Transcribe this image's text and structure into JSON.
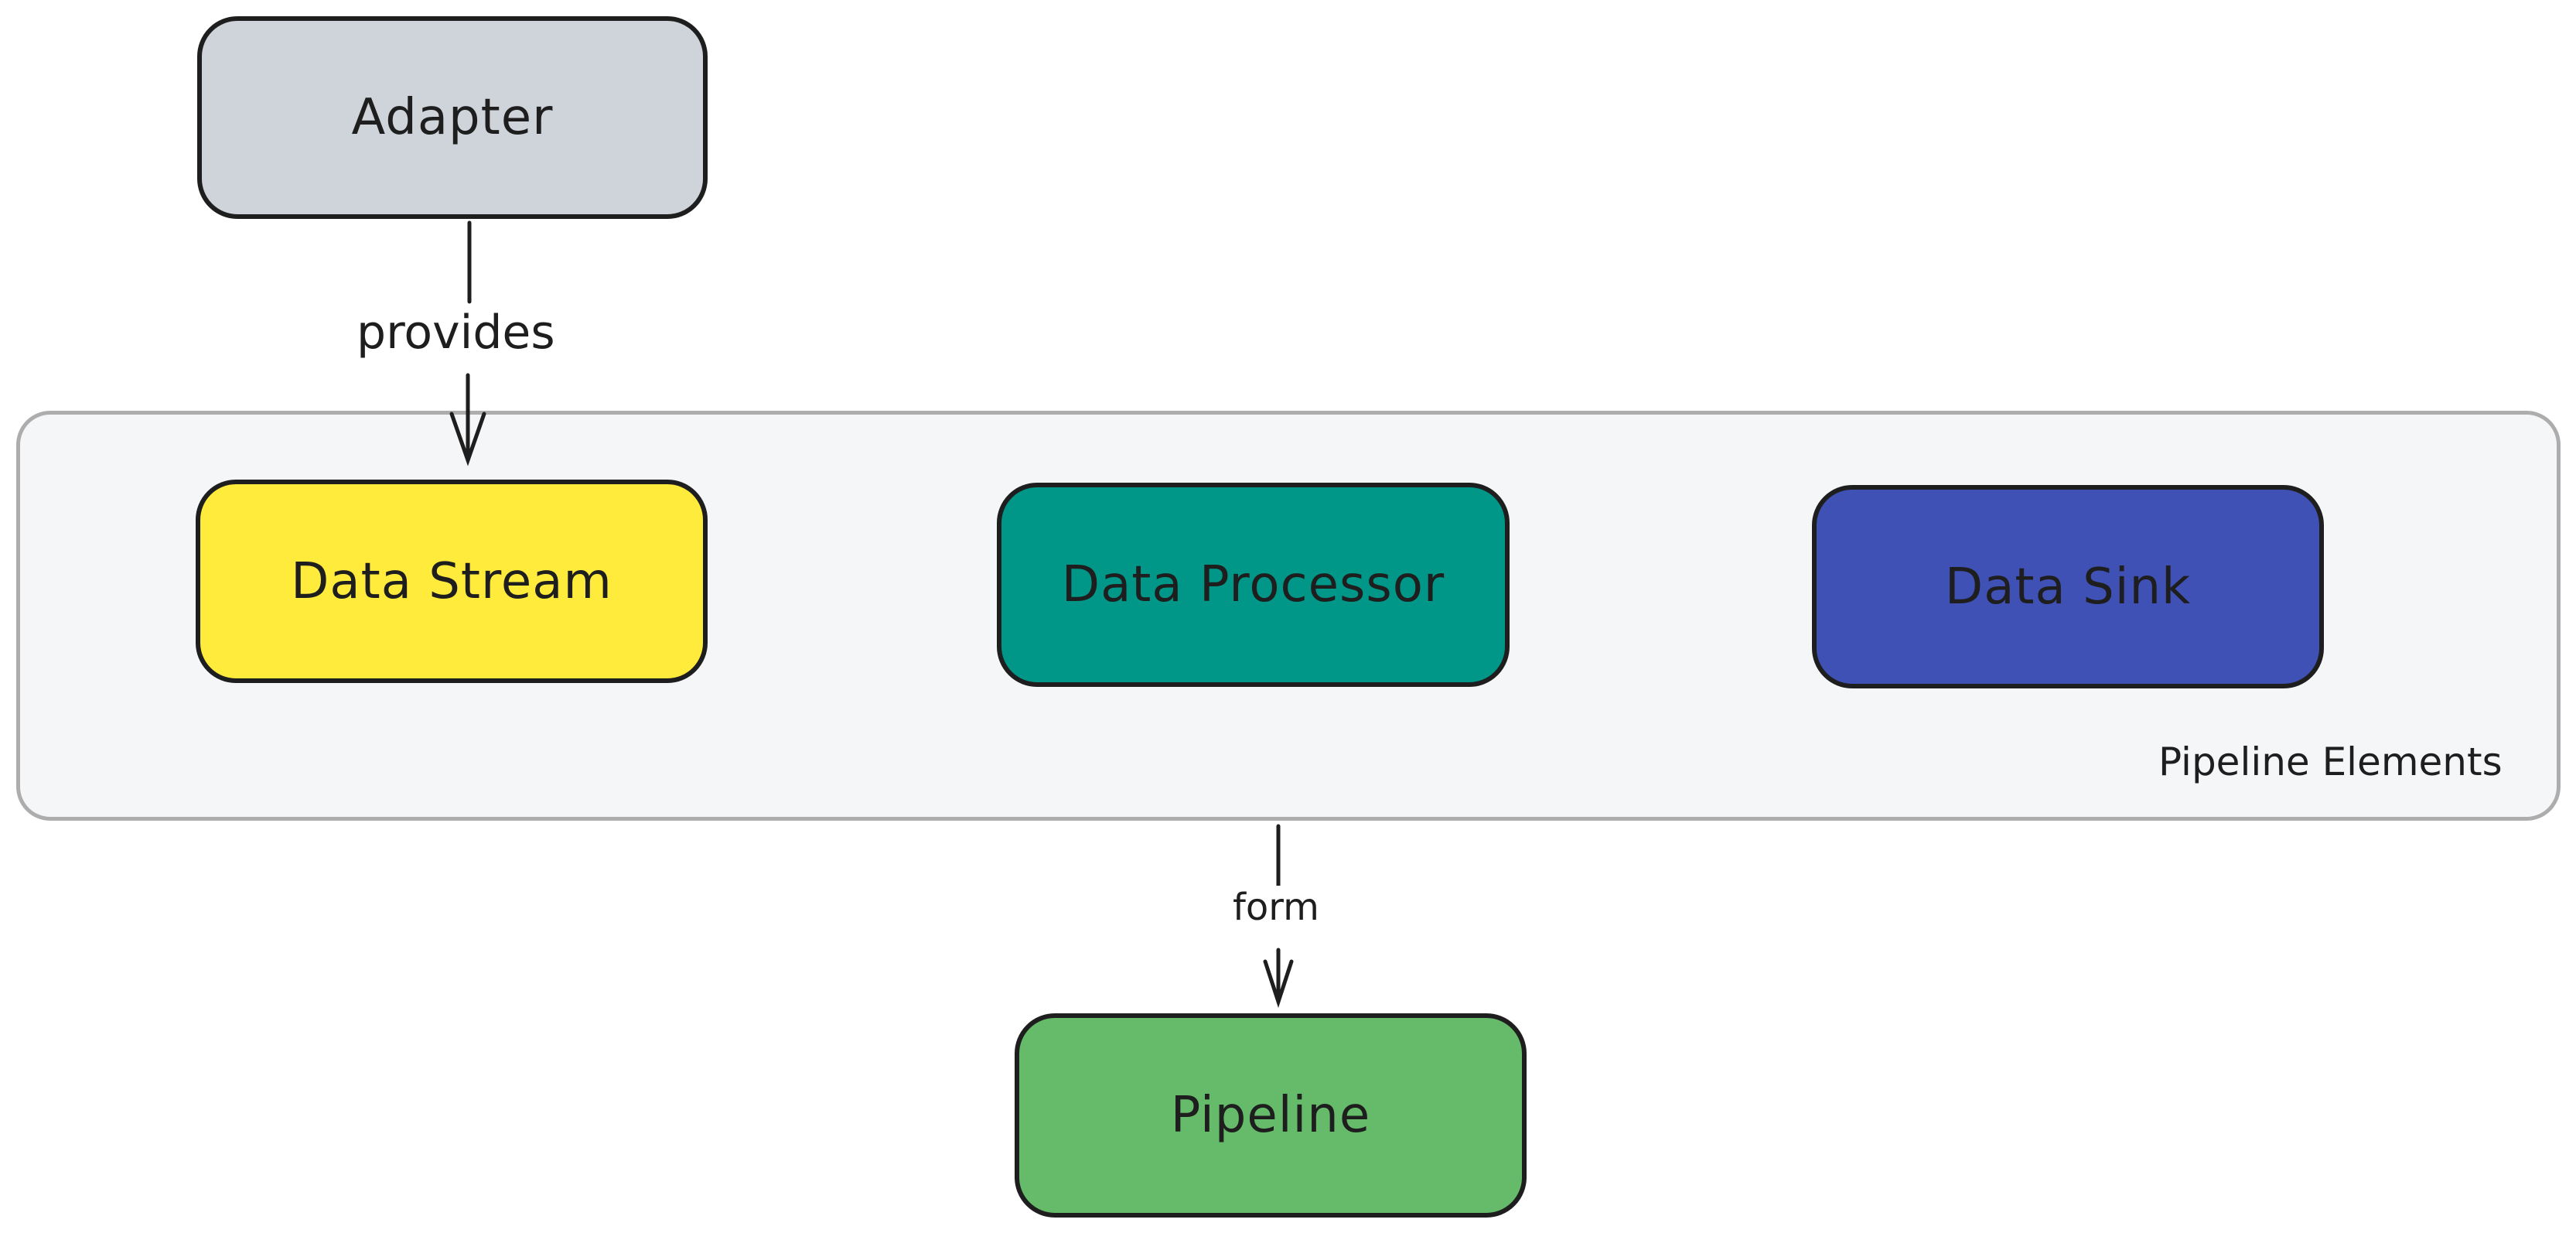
{
  "diagram": {
    "nodes": [
      {
        "id": "adapter",
        "label": "Adapter",
        "color": "#ced4da"
      },
      {
        "id": "data-stream",
        "label": "Data Stream",
        "color": "#ffeb3b"
      },
      {
        "id": "data-processor",
        "label": "Data Processor",
        "color": "#009688"
      },
      {
        "id": "data-sink",
        "label": "Data Sink",
        "color": "#3f51b5"
      },
      {
        "id": "pipeline",
        "label": "Pipeline",
        "color": "#66bb6a"
      }
    ],
    "group": {
      "label": "Pipeline Elements",
      "color": "#f5f6f8",
      "border_color": "#adadad"
    },
    "edges": [
      {
        "from": "adapter",
        "to": "data-stream",
        "label": "provides"
      },
      {
        "from": "pipeline-elements",
        "to": "pipeline",
        "label": "form"
      }
    ]
  }
}
